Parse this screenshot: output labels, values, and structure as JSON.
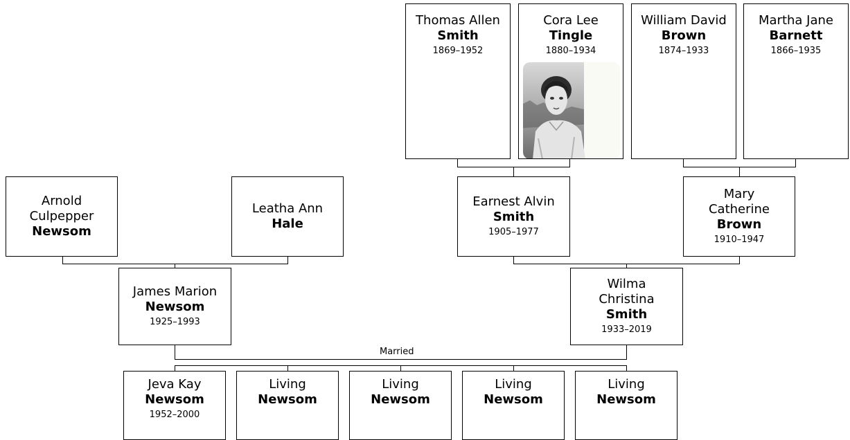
{
  "people": {
    "thomas": {
      "given": "Thomas Allen",
      "surname": "Smith",
      "dates": "1869–1952"
    },
    "cora": {
      "given": "Cora Lee",
      "surname": "Tingle",
      "dates": "1880–1934"
    },
    "william": {
      "given": "William David",
      "surname": "Brown",
      "dates": "1874–1933"
    },
    "martha": {
      "given": "Martha Jane",
      "surname": "Barnett",
      "dates": "1866–1935"
    },
    "arnold": {
      "given": "Arnold Culpepper",
      "surname": "Newsom",
      "dates": ""
    },
    "leatha": {
      "given": "Leatha Ann",
      "surname": "Hale",
      "dates": ""
    },
    "earnest": {
      "given": "Earnest Alvin",
      "surname": "Smith",
      "dates": "1905–1977"
    },
    "mary": {
      "given": "Mary Catherine",
      "surname": "Brown",
      "dates": "1910–1947"
    },
    "james": {
      "given": "James Marion",
      "surname": "Newsom",
      "dates": "1925–1993"
    },
    "wilma": {
      "given": "Wilma Christina",
      "surname": "Smith",
      "dates": "1933–2019"
    },
    "jeva": {
      "given": "Jeva Kay",
      "surname": "Newsom",
      "dates": "1952–2000"
    },
    "living1": {
      "given": "Living",
      "surname": "Newsom",
      "dates": ""
    },
    "living2": {
      "given": "Living",
      "surname": "Newsom",
      "dates": ""
    },
    "living3": {
      "given": "Living",
      "surname": "Newsom",
      "dates": ""
    },
    "living4": {
      "given": "Living",
      "surname": "Newsom",
      "dates": ""
    }
  },
  "labels": {
    "married": "Married"
  },
  "photo": {
    "subject": "cora",
    "description": "black-and-white portrait photo"
  }
}
